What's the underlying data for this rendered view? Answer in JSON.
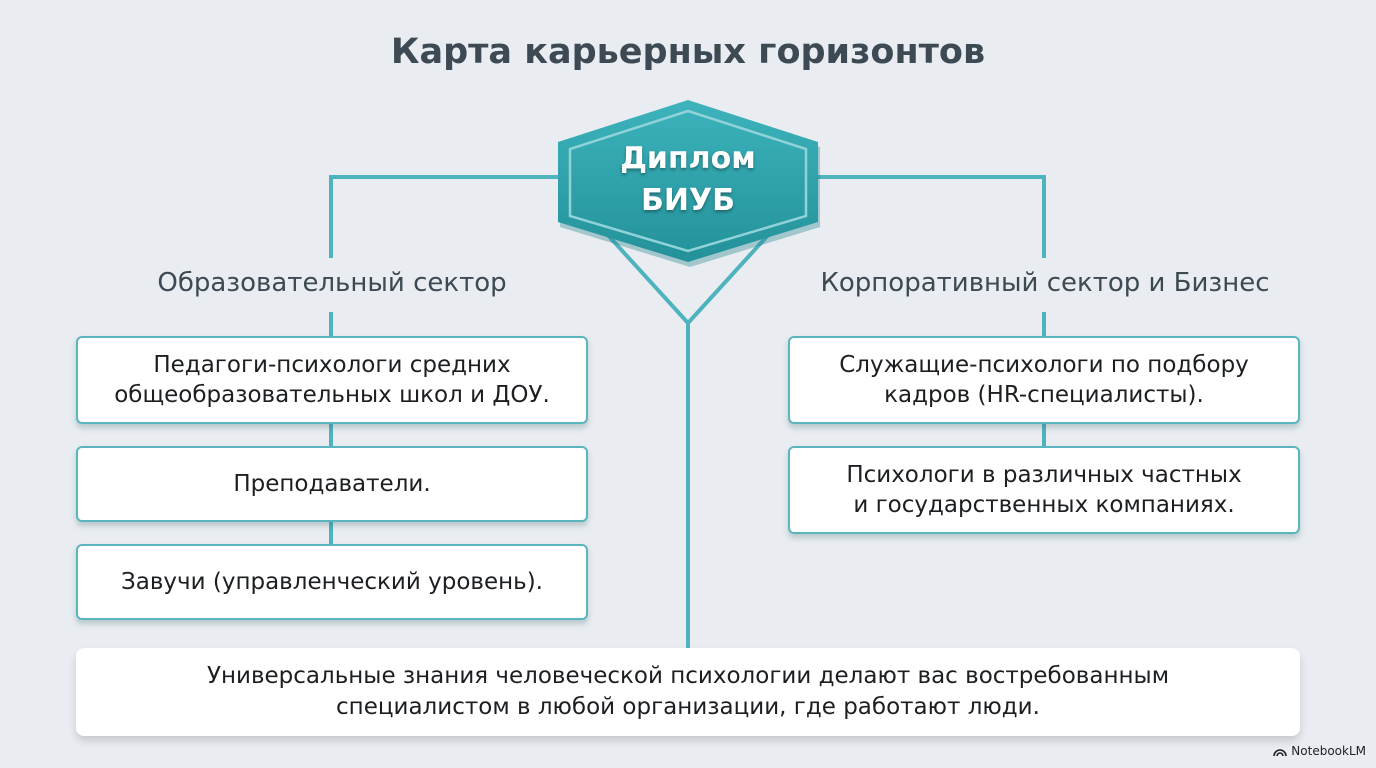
{
  "title": "Карта карьерных горизонтов",
  "center_node": {
    "line1": "Диплом",
    "line2": "БИУБ"
  },
  "colors": {
    "accent": "#3aa8b2",
    "line": "#4fb3bd",
    "hex_fill": "#2f9fa8",
    "background": "#e9edf1"
  },
  "left_sector": {
    "label": "Образовательный сектор",
    "items": [
      {
        "line1": "Педагоги-психологи средних",
        "line2": "общеобразовательных школ и ДОУ."
      },
      {
        "line1": "Преподаватели.",
        "line2": ""
      },
      {
        "line1": "Завучи (управленческий уровень).",
        "line2": ""
      }
    ]
  },
  "right_sector": {
    "label": "Корпоративный сектор и Бизнес",
    "items": [
      {
        "line1": "Служащие-психологи по подбору",
        "line2": "кадров (HR-специалисты)."
      },
      {
        "line1": "Психологи в различных частных",
        "line2": "и государственных компаниях."
      }
    ]
  },
  "footer_note": {
    "line1": "Универсальные знания человеческой психологии делают вас востребованным",
    "line2": "специалистом в любой организации, где работают люди."
  },
  "branding": {
    "icon": "notebooklm-logo-icon",
    "label": "NotebookLM"
  }
}
